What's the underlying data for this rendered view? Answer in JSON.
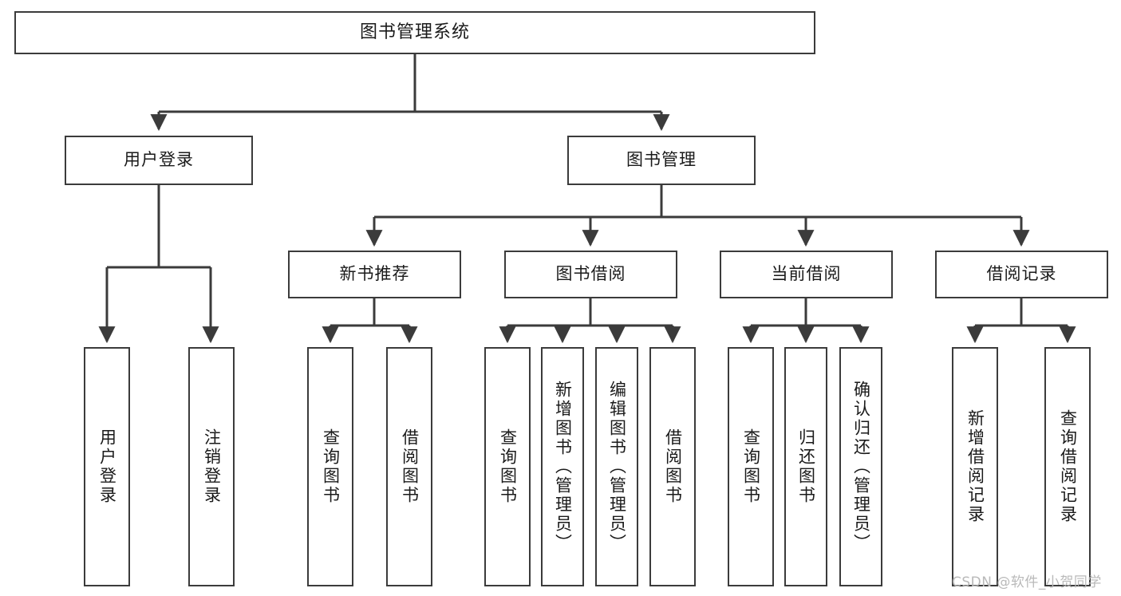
{
  "diagram": {
    "type": "tree-hierarchy-chart",
    "title": "图书管理系统",
    "orientation": "top-down",
    "stroke_color": "#3b3b3b",
    "fill_color": "#ffffff",
    "text_color": "#1a1a1a",
    "levels": [
      {
        "level": 1,
        "nodes": [
          {
            "id": "root",
            "label": "图书管理系统",
            "text_direction": "horizontal"
          }
        ]
      },
      {
        "level": 2,
        "nodes": [
          {
            "id": "login",
            "label": "用户登录",
            "text_direction": "horizontal",
            "parent": "root"
          },
          {
            "id": "bookmgmt",
            "label": "图书管理",
            "text_direction": "horizontal",
            "parent": "root"
          }
        ]
      },
      {
        "level": 3,
        "nodes": [
          {
            "id": "newbook",
            "label": "新书推荐",
            "text_direction": "horizontal",
            "parent": "bookmgmt"
          },
          {
            "id": "borrow",
            "label": "图书借阅",
            "text_direction": "horizontal",
            "parent": "bookmgmt"
          },
          {
            "id": "current",
            "label": "当前借阅",
            "text_direction": "horizontal",
            "parent": "bookmgmt"
          },
          {
            "id": "records",
            "label": "借阅记录",
            "text_direction": "horizontal",
            "parent": "bookmgmt"
          }
        ]
      },
      {
        "level": 4,
        "nodes": [
          {
            "id": "leaf1",
            "label": "用户登录",
            "text_direction": "vertical",
            "parent": "login"
          },
          {
            "id": "leaf2",
            "label": "注销登录",
            "text_direction": "vertical",
            "parent": "login"
          },
          {
            "id": "leaf3",
            "label": "查询图书",
            "text_direction": "vertical",
            "parent": "newbook"
          },
          {
            "id": "leaf4",
            "label": "借阅图书",
            "text_direction": "vertical",
            "parent": "newbook"
          },
          {
            "id": "leaf5",
            "label": "查询图书",
            "text_direction": "vertical",
            "parent": "borrow"
          },
          {
            "id": "leaf6",
            "label": "新增图书（管理员）",
            "text_direction": "vertical",
            "parent": "borrow"
          },
          {
            "id": "leaf7",
            "label": "编辑图书（管理员）",
            "text_direction": "vertical",
            "parent": "borrow"
          },
          {
            "id": "leaf8",
            "label": "借阅图书",
            "text_direction": "vertical",
            "parent": "borrow"
          },
          {
            "id": "leaf9",
            "label": "查询图书",
            "text_direction": "vertical",
            "parent": "current"
          },
          {
            "id": "leaf10",
            "label": "归还图书",
            "text_direction": "vertical",
            "parent": "current"
          },
          {
            "id": "leaf11",
            "label": "确认归还（管理员）",
            "text_direction": "vertical",
            "parent": "current"
          },
          {
            "id": "leaf12",
            "label": "新增借阅记录",
            "text_direction": "vertical",
            "parent": "records"
          },
          {
            "id": "leaf13",
            "label": "查询借阅记录",
            "text_direction": "vertical",
            "parent": "records"
          }
        ]
      }
    ]
  },
  "watermark": {
    "text": "CSDN @软件_小贺同学"
  }
}
